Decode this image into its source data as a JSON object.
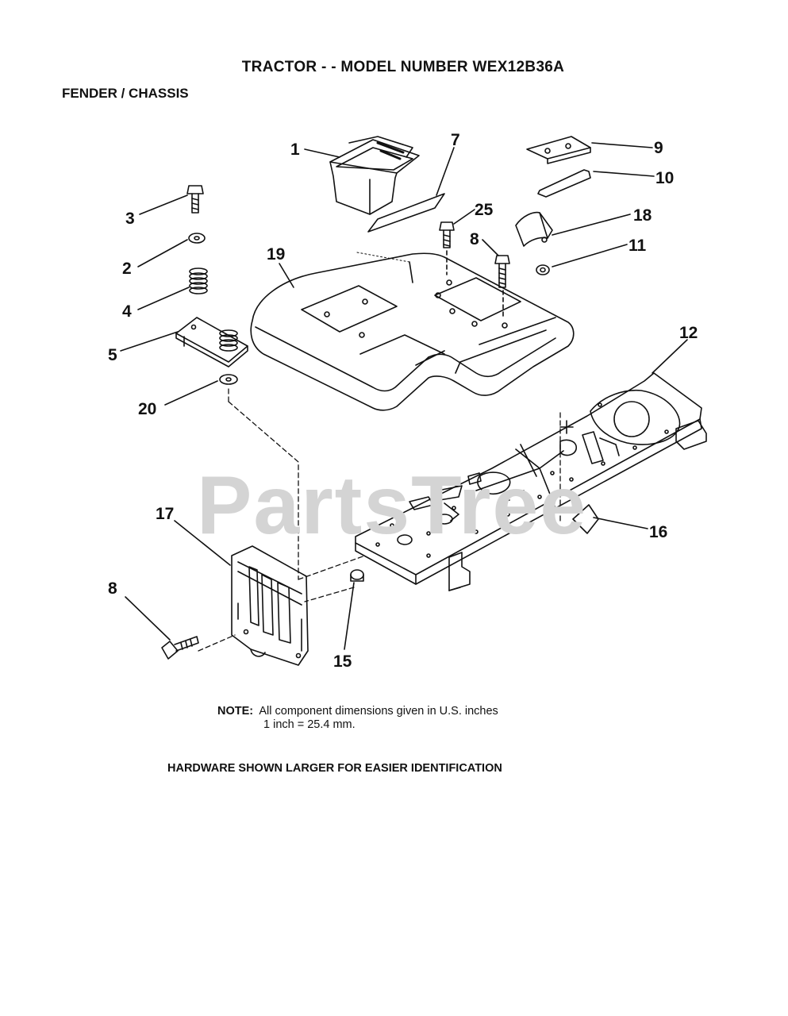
{
  "header": {
    "title": "TRACTOR - - MODEL NUMBER WEX12B36A",
    "subtitle": "FENDER / CHASSIS"
  },
  "watermark": "PartsTree",
  "note": {
    "label": "NOTE:",
    "line1": "All component dimensions given in U.S. inches",
    "line2": "1 inch = 25.4 mm."
  },
  "footer": {
    "hardware_text": "HARDWARE SHOWN LARGER FOR EASIER IDENTIFICATION"
  },
  "callouts": [
    {
      "id": "c1",
      "label": "1"
    },
    {
      "id": "c7",
      "label": "7"
    },
    {
      "id": "c9",
      "label": "9"
    },
    {
      "id": "c10",
      "label": "10"
    },
    {
      "id": "c3",
      "label": "3"
    },
    {
      "id": "c25",
      "label": "25"
    },
    {
      "id": "c18",
      "label": "18"
    },
    {
      "id": "c8a",
      "label": "8"
    },
    {
      "id": "c11",
      "label": "11"
    },
    {
      "id": "c2",
      "label": "2"
    },
    {
      "id": "c19",
      "label": "19"
    },
    {
      "id": "c4",
      "label": "4"
    },
    {
      "id": "c12",
      "label": "12"
    },
    {
      "id": "c5",
      "label": "5"
    },
    {
      "id": "c20",
      "label": "20"
    },
    {
      "id": "c17",
      "label": "17"
    },
    {
      "id": "c16",
      "label": "16"
    },
    {
      "id": "c8b",
      "label": "8"
    },
    {
      "id": "c15",
      "label": "15"
    }
  ]
}
